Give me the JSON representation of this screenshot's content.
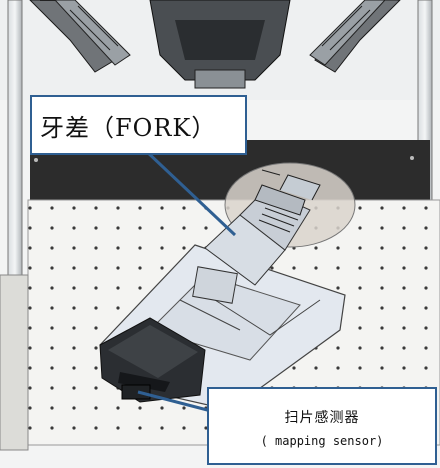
{
  "labels": {
    "fork": "牙差（FORK）",
    "sensor_title": "扫片感测器",
    "sensor_subtitle": "( mapping sensor)"
  },
  "colors": {
    "callout_border": "#2f5f92",
    "frame_band": "#2c2c2c",
    "panel": "#f4f4f2",
    "hole": "#3a3a3a"
  }
}
